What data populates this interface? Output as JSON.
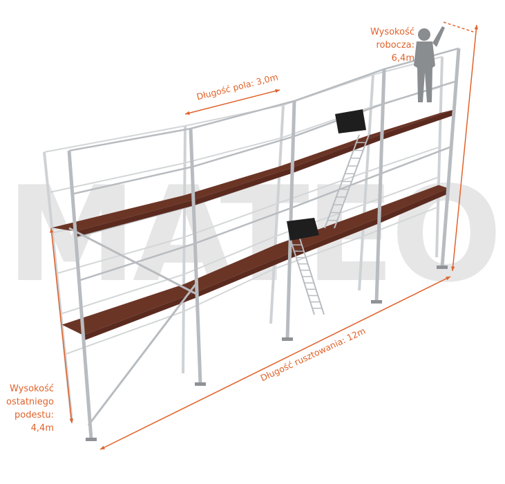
{
  "watermark": "MATEO",
  "colors": {
    "accent": "#e0622a",
    "deck": "#5b2a1f",
    "steel": "#b8bcc0",
    "watermark": "#e5e5e5"
  },
  "labels": {
    "working_height": [
      "Wysokość",
      "robocza:",
      "6,4m"
    ],
    "field_length": "Długość pola: 3,0m",
    "scaffold_length": "Długość rusztowania: 12m",
    "last_platform_height": [
      "Wysokość",
      "ostatniego",
      "podestu:",
      "4,4m"
    ]
  }
}
